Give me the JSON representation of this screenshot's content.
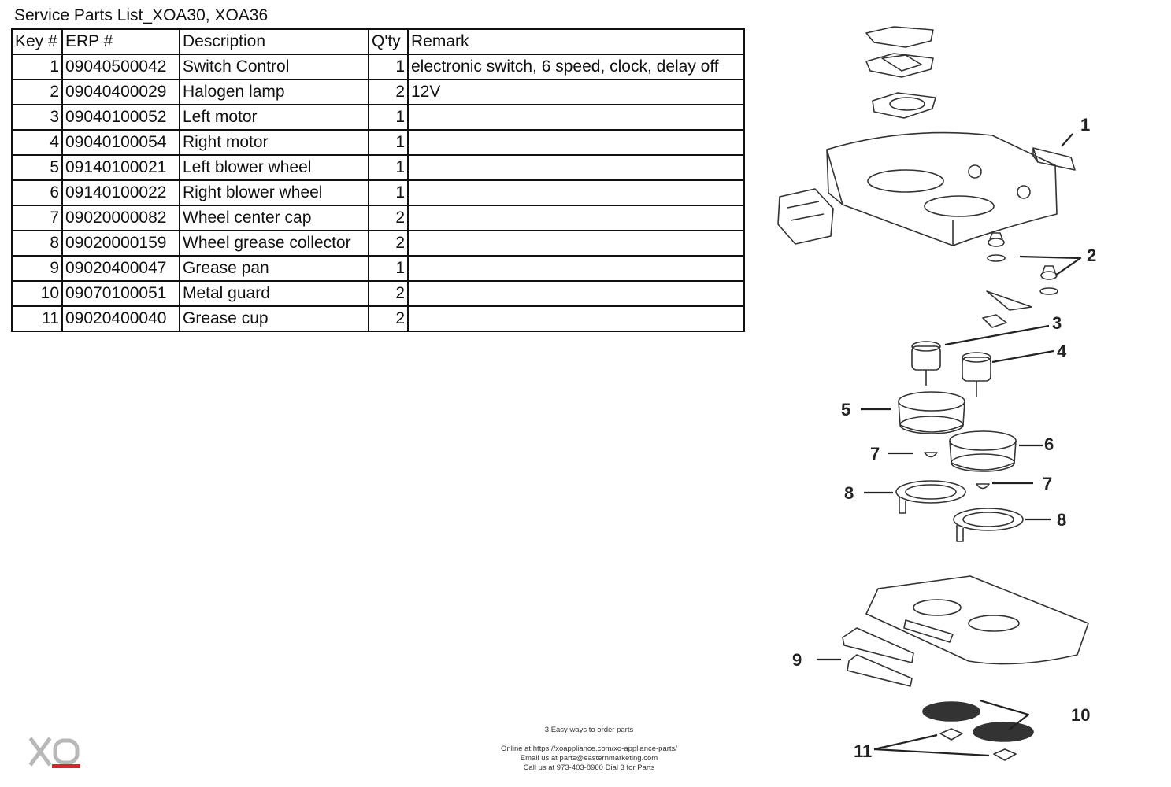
{
  "document": {
    "title": "Service Parts List_XOA30, XOA36"
  },
  "table": {
    "headers": {
      "key": "Key #",
      "erp": "ERP #",
      "description": "Description",
      "qty": "Q'ty",
      "remark": "Remark"
    },
    "rows": [
      {
        "key": "1",
        "erp": "09040500042",
        "description": "Switch Control",
        "qty": "1",
        "remark": "electronic switch, 6 speed, clock, delay off"
      },
      {
        "key": "2",
        "erp": "09040400029",
        "description": "Halogen lamp",
        "qty": "2",
        "remark": "12V"
      },
      {
        "key": "3",
        "erp": "09040100052",
        "description": "Left motor",
        "qty": "1",
        "remark": ""
      },
      {
        "key": "4",
        "erp": "09040100054",
        "description": "Right motor",
        "qty": "1",
        "remark": ""
      },
      {
        "key": "5",
        "erp": "09140100021",
        "description": "Left blower wheel",
        "qty": "1",
        "remark": ""
      },
      {
        "key": "6",
        "erp": "09140100022",
        "description": "Right blower wheel",
        "qty": "1",
        "remark": ""
      },
      {
        "key": "7",
        "erp": "09020000082",
        "description": "Wheel center cap",
        "qty": "2",
        "remark": ""
      },
      {
        "key": "8",
        "erp": "09020000159",
        "description": "Wheel grease collector",
        "qty": "2",
        "remark": ""
      },
      {
        "key": "9",
        "erp": "09020400047",
        "description": "Grease pan",
        "qty": "1",
        "remark": ""
      },
      {
        "key": "10",
        "erp": "09070100051",
        "description": "Metal guard",
        "qty": "2",
        "remark": ""
      },
      {
        "key": "11",
        "erp": "09020400040",
        "description": "Grease cup",
        "qty": "2",
        "remark": ""
      }
    ]
  },
  "diagram": {
    "callouts": {
      "c1": "1",
      "c2": "2",
      "c3": "3",
      "c4": "4",
      "c5": "5",
      "c6": "6",
      "c7a": "7",
      "c7b": "7",
      "c8a": "8",
      "c8b": "8",
      "c9": "9",
      "c10": "10",
      "c11": "11"
    }
  },
  "order_info": {
    "heading": "3 Easy ways to order parts",
    "online": "Online at https://xoappliance.com/xo-appliance-parts/",
    "email": "Email us at parts@easternmarketing.com",
    "call": "Call us at 973-403-8900 Dial 3 for Parts"
  },
  "logo": {
    "text": "XO",
    "colors": {
      "letters": "#b8b8b8",
      "accent": "#d6262b"
    }
  }
}
